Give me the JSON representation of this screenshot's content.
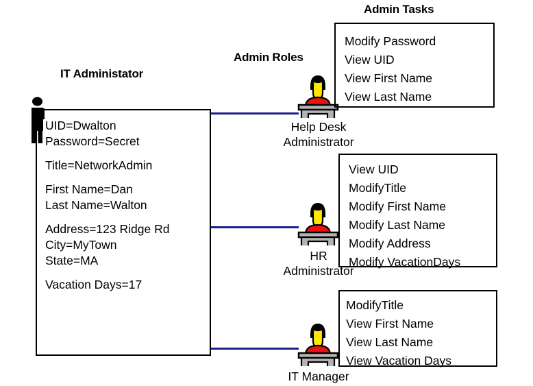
{
  "headings": {
    "left": "IT Administator",
    "middle": "Admin Roles",
    "right": "Admin Tasks"
  },
  "user_record": {
    "icon": "person-silhouette-icon",
    "groups": [
      [
        "UID=Dwalton",
        "Password=Secret"
      ],
      [
        "Title=NetworkAdmin"
      ],
      [
        "First Name=Dan",
        "Last Name=Walton"
      ],
      [
        "Address=123 Ridge Rd",
        "City=MyTown",
        "State=MA"
      ],
      [
        "Vacation Days=17"
      ]
    ]
  },
  "roles": [
    {
      "id": "help-desk-administrator",
      "icon": "person-at-desk-icon",
      "label_lines": [
        "Help  Desk",
        "Administrator"
      ],
      "tasks": [
        "Modify Password",
        "View UID",
        "View First Name",
        "View Last Name"
      ]
    },
    {
      "id": "hr-administrator",
      "icon": "person-at-desk-icon",
      "label_lines": [
        "HR",
        "Administrator"
      ],
      "tasks": [
        "View UID",
        "ModifyTitle",
        "Modify First Name",
        "Modify Last Name",
        "Modify Address",
        "Modify VacationDays"
      ]
    },
    {
      "id": "it-manager",
      "icon": "person-at-desk-icon",
      "label_lines": [
        "IT Manager"
      ],
      "tasks": [
        "ModifyTitle",
        "View First Name",
        "View Last Name",
        "View Vacation Days"
      ]
    }
  ],
  "colors": {
    "connector": "#1c1c8f",
    "hair": "#000000",
    "face": "#ffe700",
    "shirt": "#ee1111",
    "desk": "#b3b3b3",
    "outline": "#000000"
  }
}
